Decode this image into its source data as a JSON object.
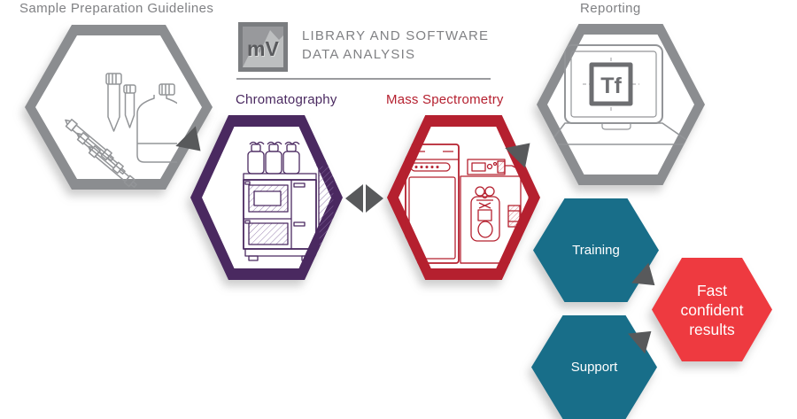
{
  "labels": {
    "sample_preparation": "Sample Preparation Guidelines",
    "reporting": "Reporting",
    "library_line1": "LIBRARY AND SOFTWARE",
    "library_line2": "DATA ANALYSIS",
    "chromatography": "Chromatography",
    "mass_spectrometry": "Mass Spectrometry",
    "training": "Training",
    "support": "Support",
    "results": "Fast confident results",
    "mv_badge": "mV",
    "tf_logo": "Tf"
  },
  "icons": {
    "sample_prep": "test-tubes-bottle-columns-icon",
    "chromatography": "hplc-instrument-icon",
    "mass_spectrometry": "mass-spectrometer-icon",
    "reporting": "laptop-icon",
    "software": "chromatogram-mv-icon"
  },
  "colors": {
    "purple": "#4a2960",
    "crimson": "#b5202f",
    "red_fill": "#ee3a40",
    "teal_fill": "#186e89",
    "hex_gray": "#8b8d90",
    "arrow_gray": "#58595b",
    "text_gray": "#808184",
    "lineart_gray": "#939598"
  }
}
